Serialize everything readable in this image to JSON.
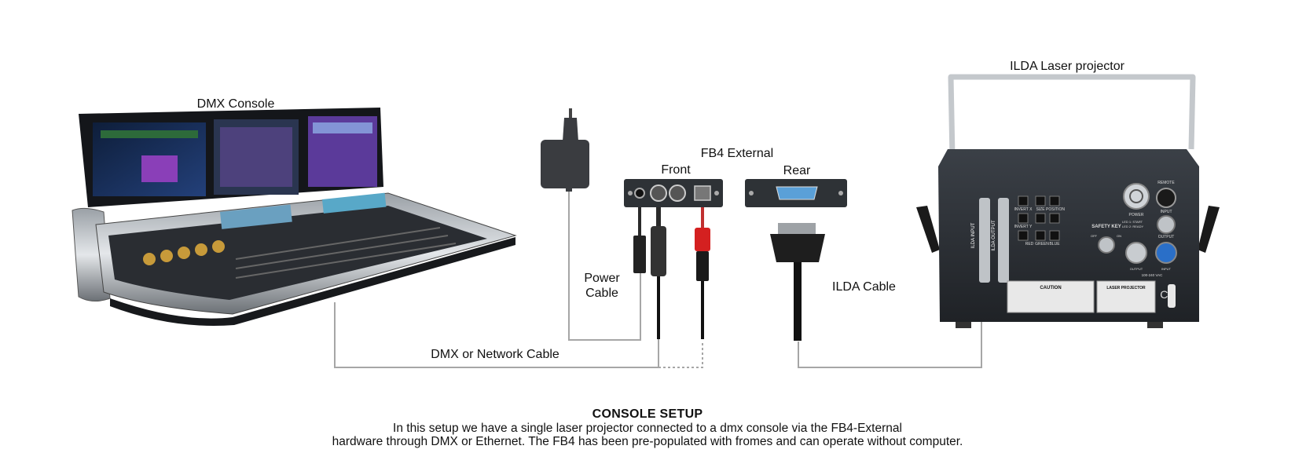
{
  "labels": {
    "dmx_console": "DMX Console",
    "fb4_external": "FB4 External",
    "front": "Front",
    "rear": "Rear",
    "power_cable_line1": "Power",
    "power_cable_line2": "Cable",
    "ilda_cable": "ILDA Cable",
    "dmx_network_cable": "DMX or Network Cable",
    "ilda_laser_projector": "ILDA Laser projector"
  },
  "projector_panel": {
    "ilda_input": "ILDA INPUT",
    "ilda_output": "ILDA OUTPUT",
    "invert_x": "INVERT X",
    "invert_y": "INVERT Y",
    "size": "SIZE",
    "position": "POSITION",
    "red": "RED",
    "green": "GREEN",
    "blue": "BLUE",
    "safety_key": "SAFETY KEY",
    "off": "OFF",
    "on": "ON",
    "led_start": "LED 1: START",
    "led_ready": "LED 2: READY",
    "power": "POWER",
    "remote": "REMOTE",
    "input": "INPUT",
    "output": "OUTPUT",
    "voltage": "100-240 VAC",
    "caution": "CAUTION",
    "laser_projector": "LASER PROJECTOR",
    "ce": "CE"
  },
  "caption": {
    "title": "CONSOLE SETUP",
    "line1": "In this setup we have a single laser projector connected to a dmx console via the FB4-External",
    "line2": "hardware through DMX or Ethernet. The FB4 has been pre-populated with fromes and can operate without computer."
  },
  "colors": {
    "cable_line": "#a6a6a6",
    "dark_device": "#2e3236",
    "console_silver": "#c8ccd0",
    "screen_blue": "#1b3f7a",
    "screen_purple": "#8a3fb8",
    "adapter_gray": "#3a3c40",
    "red_connector": "#d42020"
  }
}
